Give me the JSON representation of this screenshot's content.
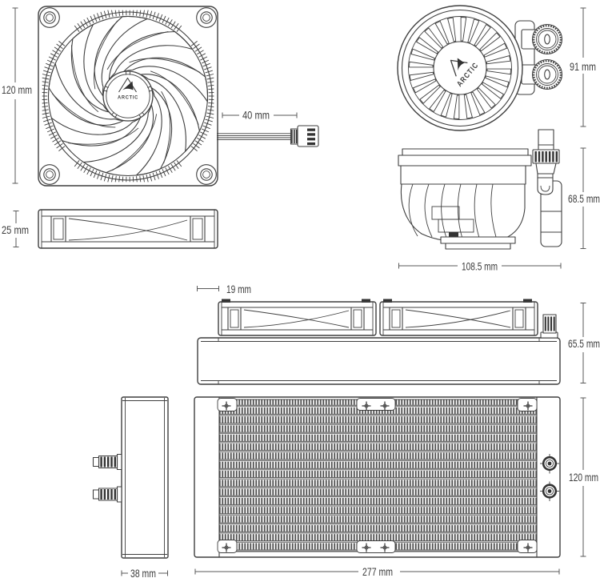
{
  "brand": "ARCTIC",
  "colors": {
    "line": "#3f3f3f",
    "dim": "#5a5a5a",
    "text": "#3c3c3c",
    "dark": "#333333"
  },
  "dims": {
    "fan_size": "120 mm",
    "cable_length": "40 mm",
    "pump_width": "91 mm",
    "fan_thickness": "25 mm",
    "pump_height": "68.5 mm",
    "pump_length": "108.5 mm",
    "fan_offset": "19 mm",
    "assembly_height": "65.5 mm",
    "radiator_thickness": "38 mm",
    "radiator_length": "277 mm",
    "radiator_width": "120 mm"
  }
}
